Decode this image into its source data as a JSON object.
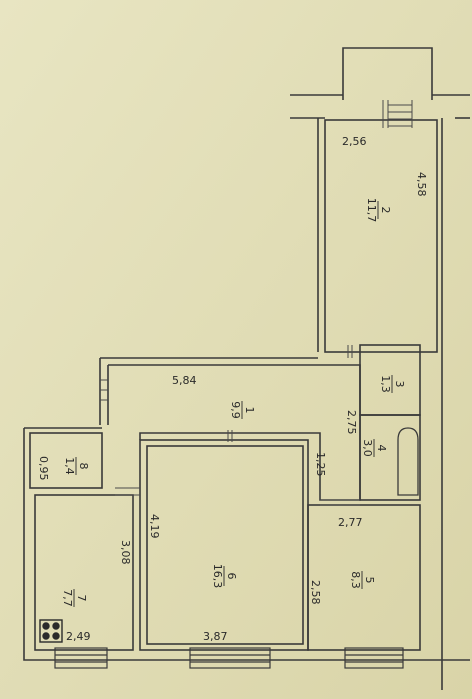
{
  "dimensions": {
    "d1": "2,56",
    "d2": "4,58",
    "d3": "5,84",
    "d4": "2,75",
    "d5": "1,25",
    "d6": "0,95",
    "d7": "4,19",
    "d8": "3,08",
    "d9": "2,77",
    "d10": "2,58",
    "d11": "2,49",
    "d12": "3,87"
  },
  "rooms": [
    {
      "number": "2",
      "area": "11,7"
    },
    {
      "number": "1",
      "area": "9,9"
    },
    {
      "number": "3",
      "area": "1,3"
    },
    {
      "number": "4",
      "area": "3,0"
    },
    {
      "number": "8",
      "area": "1,4"
    },
    {
      "number": "6",
      "area": "16,3"
    },
    {
      "number": "7",
      "area": "7,7"
    },
    {
      "number": "5",
      "area": "8,3"
    }
  ]
}
